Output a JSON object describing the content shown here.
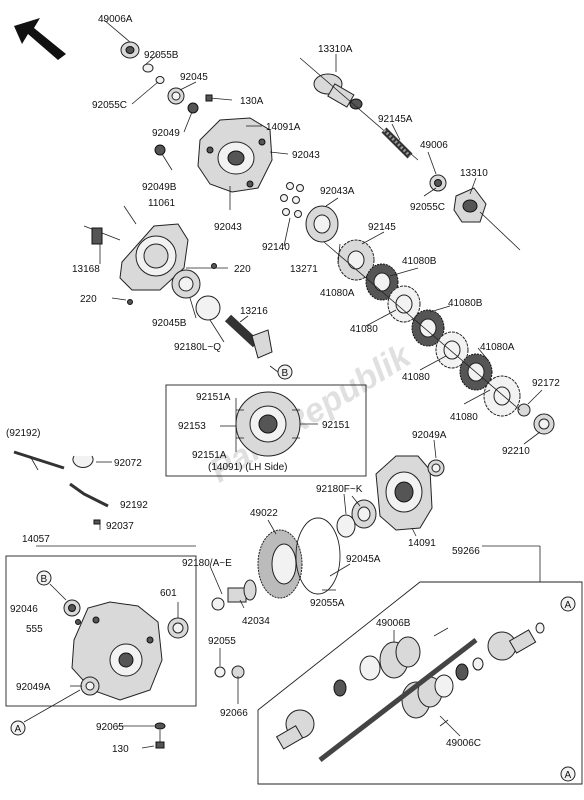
{
  "watermark": "PartsRepublik",
  "inset": {
    "caption": "(14091) (LH Side)"
  },
  "labels": {
    "p49006A": "49006A",
    "p92055B": "92055B",
    "p92055C": "92055C",
    "p92045": "92045",
    "p130A": "130A",
    "p92049": "92049",
    "p14091A": "14091A",
    "p92043a": "92043",
    "p92049B": "92049B",
    "p92043b": "92043",
    "p13310A": "13310A",
    "p92145A": "92145A",
    "p49006": "49006",
    "p13310": "13310",
    "p92055C2": "92055C",
    "p92043A": "92043A",
    "p11061": "11061",
    "p13168": "13168",
    "p220a": "220",
    "p220b": "220",
    "p92140": "92140",
    "p92145": "92145",
    "p13271": "13271",
    "p41080B1": "41080B",
    "p41080A1": "41080A",
    "p41080a": "41080",
    "p41080B2": "41080B",
    "p92045B": "92045B",
    "p13216": "13216",
    "p92180LQ": "92180L~Q",
    "p41080b": "41080",
    "p41080A2": "41080A",
    "p92172": "92172",
    "p41080c": "41080",
    "p92210": "92210",
    "p92151A1": "92151A",
    "p92153": "92153",
    "p92151": "92151",
    "p92151A2": "92151A",
    "p92192a": "(92192)",
    "p92072": "92072",
    "p92049A": "92049A",
    "p92192b": "92192",
    "p92180FK": "92180F~K",
    "p14057": "14057",
    "p92037": "92037",
    "p14091": "14091",
    "p49022": "49022",
    "p92045A": "92045A",
    "p59266": "59266",
    "p92180AE": "92180/A~E",
    "p601": "601",
    "p92046": "92046",
    "p555": "555",
    "p42034": "42034",
    "p92055A": "92055A",
    "p49006B": "49006B",
    "p92055": "92055",
    "p92049A2": "92049A",
    "p92066": "92066",
    "p92065": "92065",
    "p130": "130",
    "p49006C": "49006C"
  },
  "callouts": {
    "B1": "B",
    "B2": "B",
    "A1": "A",
    "A2": "A",
    "A3": "A"
  }
}
